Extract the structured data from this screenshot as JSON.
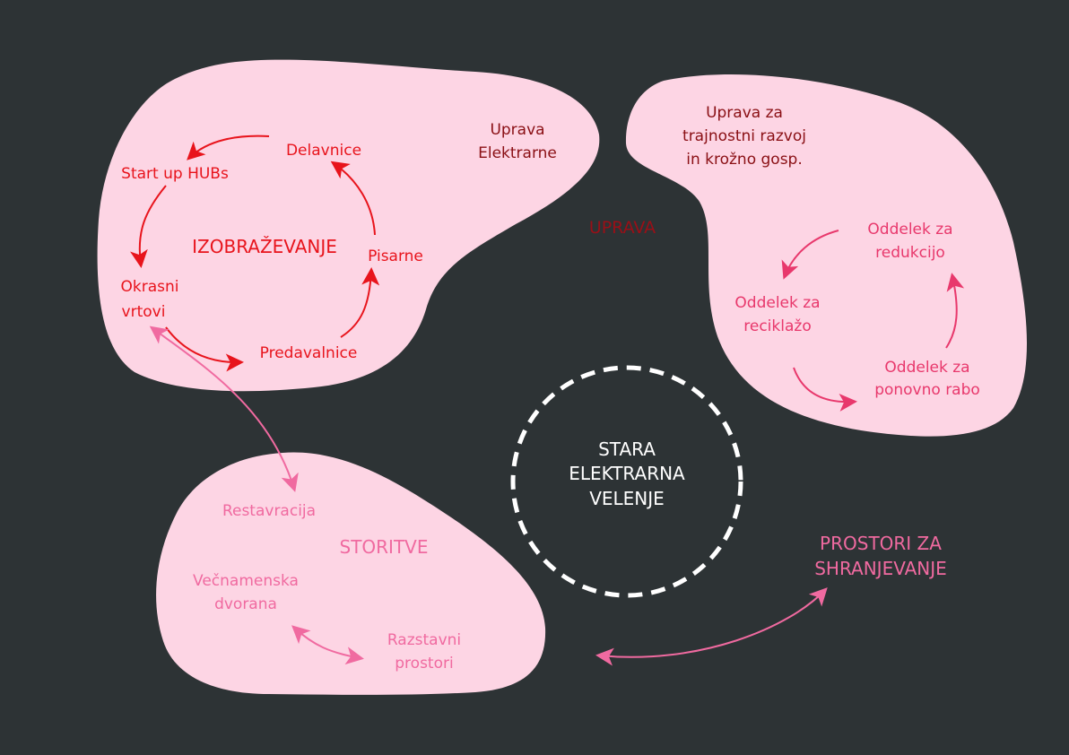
{
  "center": {
    "lines": [
      "STARA",
      "ELEKTRARNA",
      "VELENJE"
    ]
  },
  "izobrazevanje": {
    "title": "IZOBRAŽEVANJE",
    "items": {
      "delavnice": "Delavnice",
      "startup": "Start up HUBs",
      "okrasni_1": "Okrasni",
      "okrasni_2": "vrtovi",
      "predavalnice": "Predavalnice",
      "pisarne": "Pisarne"
    },
    "uprava_elektrarne": [
      "Uprava",
      "Elektrarne"
    ]
  },
  "uprava": {
    "title": "UPRAVA",
    "header": [
      "Uprava za",
      "trajnostni razvoj",
      "in krožno gosp."
    ],
    "items": {
      "redukcija": [
        "Oddelek za",
        "redukcijo"
      ],
      "reciklaza": [
        "Oddelek za",
        "reciklažo"
      ],
      "ponovna_raba": [
        "Oddelek za",
        "ponovno rabo"
      ]
    }
  },
  "storitve": {
    "title": "STORITVE",
    "items": {
      "restavracija": "Restavracija",
      "vecnamenska": [
        "Večnamenska",
        "dvorana"
      ],
      "razstavni": [
        "Razstavni",
        "prostori"
      ]
    }
  },
  "prostori": {
    "lines": [
      "PROSTORI ZA",
      "SHRANJEVANJE"
    ]
  },
  "colors": {
    "background": "#2d3335",
    "blob": "#fdd5e4",
    "red": "#e8141c",
    "dark_red": "#8a0f14",
    "pink": "#f06aa0",
    "rose": "#e8386c",
    "white": "#ffffff"
  }
}
